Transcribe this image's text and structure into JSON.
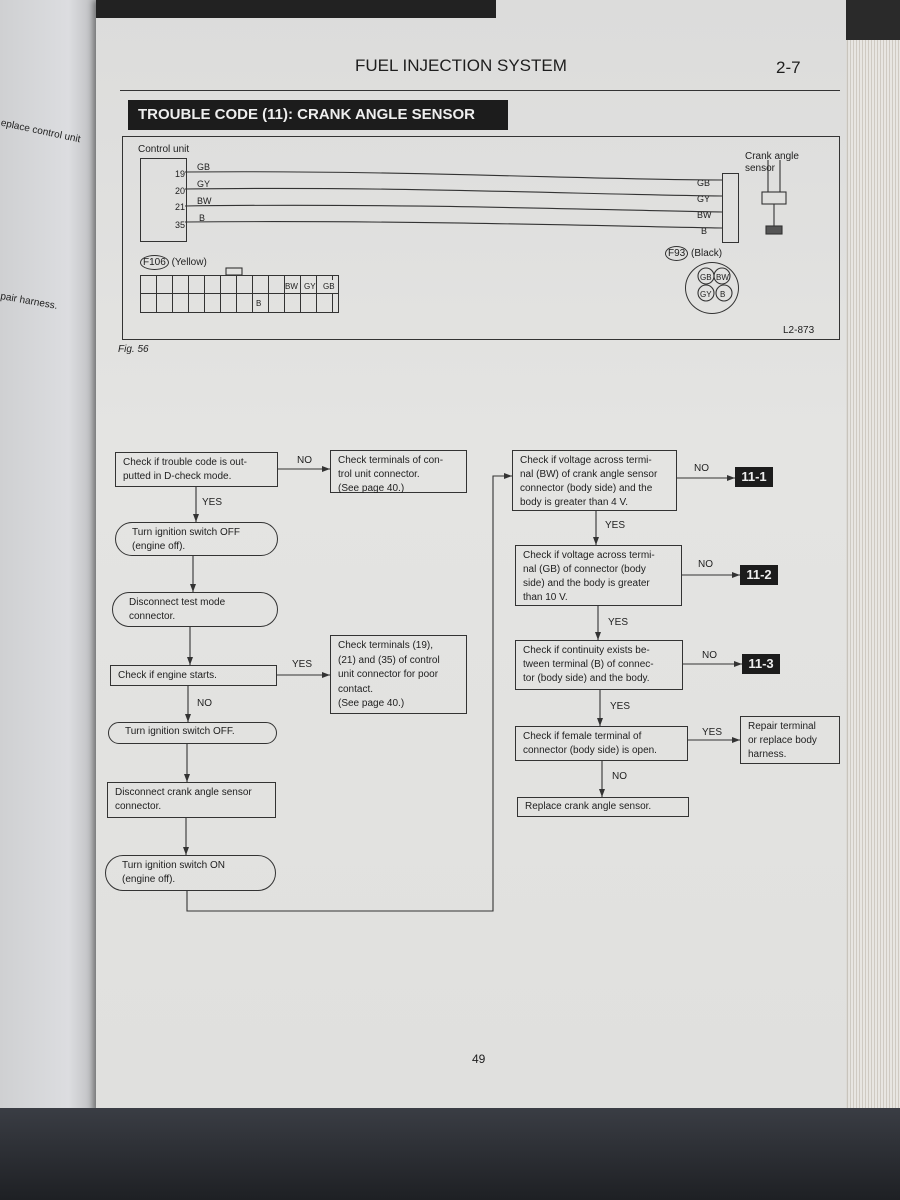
{
  "left_page": {
    "fragment1": "eplace control unit",
    "fragment2": "pair harness."
  },
  "header": {
    "section": "FUEL INJECTION SYSTEM",
    "page_ref": "2-7"
  },
  "title": "TROUBLE CODE (11): CRANK ANGLE SENSOR",
  "wiring": {
    "control_unit": "Control unit",
    "sensor": "Crank angle sensor",
    "pins": [
      "19",
      "20",
      "21",
      "35"
    ],
    "wires": [
      "GB",
      "GY",
      "BW",
      "B"
    ],
    "connector_left": {
      "id": "F106",
      "color": "(Yellow)",
      "top_labels": [
        "BW",
        "GY",
        "GB"
      ],
      "bottom_label": "B"
    },
    "connector_right": {
      "id": "F93",
      "color": "(Black)",
      "pins": [
        "GB",
        "BW",
        "GY",
        "B"
      ]
    },
    "code": "L2-873"
  },
  "fig": "Fig. 56",
  "flow": {
    "b1": "Check if trouble code is out-\nputted in D-check mode.",
    "c1": "Check terminals of con-\ntrol unit connector.\n(See page 40.)",
    "r1": "Turn ignition switch OFF\n(engine off).",
    "r2": "Disconnect test mode\nconnector.",
    "b2": "Check if engine starts.",
    "c2": "Check terminals (19),\n(21) and (35) of control\nunit connector for poor\ncontact.\n(See page 40.)",
    "r3": "Turn ignition switch OFF.",
    "b3": "Disconnect crank angle sensor\nconnector.",
    "r4": "Turn ignition switch ON\n(engine off).",
    "d1": "Check if voltage across termi-\nnal (BW) of crank angle sensor\nconnector (body side) and the\nbody is greater than 4 V.",
    "d2": "Check if voltage across termi-\nnal (GB) of connector (body\nside) and the body is greater\nthan 10 V.",
    "d3": "Check if continuity exists be-\ntween terminal (B) of connec-\ntor (body side) and the body.",
    "d4": "Check if female terminal of\nconnector (body side) is open.",
    "d5": "Repair terminal\nor replace body\nharness.",
    "d6": "Replace crank angle sensor.",
    "badges": [
      "11-1",
      "11-2",
      "11-3"
    ],
    "yes": "YES",
    "no": "NO"
  },
  "page_number": "49"
}
